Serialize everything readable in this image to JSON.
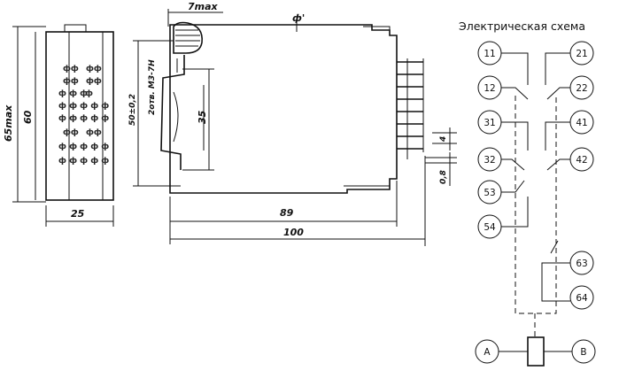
{
  "schematic": {
    "title": "Электрическая схема",
    "terminals": [
      "11",
      "21",
      "12",
      "22",
      "31",
      "41",
      "32",
      "42",
      "53",
      "54",
      "63",
      "64",
      "A",
      "B"
    ]
  },
  "dimensions": {
    "max_height": "65max",
    "height_60": "60",
    "width_25": "25",
    "seven_max": "7max",
    "pin_mark": "ф'",
    "holes": "2отв. М3-7Н",
    "mount_height": "50±0,2",
    "rail_35": "35",
    "depth_89": "89",
    "length_100": "100",
    "pin_4": "4",
    "pin_08": "0,8"
  }
}
